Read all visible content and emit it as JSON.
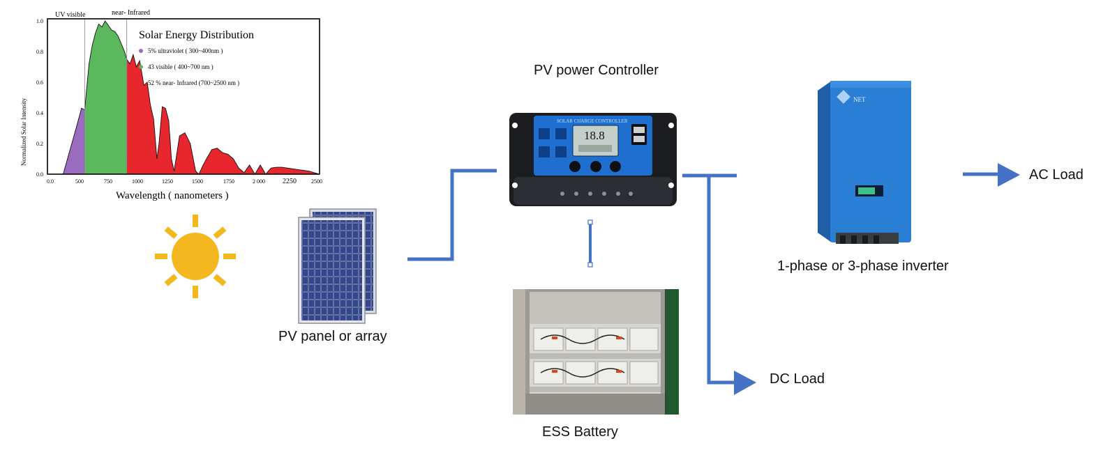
{
  "chart_data": {
    "type": "area",
    "title": "Solar Energy Distribution",
    "xlabel": "Wavelength ( nanometers )",
    "ylabel": "Normalized Solar Intensity",
    "xlim": [
      0,
      2500
    ],
    "ylim": [
      0,
      1.0
    ],
    "x_ticks": [
      "0.0",
      "500",
      "750",
      "1000",
      "1250",
      "1500",
      "1750",
      "2 000",
      "2250",
      "2500"
    ],
    "y_ticks": [
      "0.0",
      "0.2",
      "0.4",
      "0.6",
      "0.8",
      "1.0"
    ],
    "region_labels": {
      "uv_visible": "UV  visible",
      "near_ir": "near- Infrared"
    },
    "legend": [
      {
        "name": "5% ultraviolet ( 300~400nm )",
        "color": "#9b6bbf"
      },
      {
        "name": "43 visible ( 400~700 nm )",
        "color": "#5cb85c"
      },
      {
        "name": "52 % near- Infrared (700~2500 nm )",
        "color": "#e8262e"
      }
    ],
    "series": [
      {
        "name": "5% ultraviolet ( 300~400nm )",
        "color": "#9b6bbf",
        "x": [
          120,
          180,
          240,
          290,
          320
        ],
        "y": [
          0.0,
          0.15,
          0.3,
          0.43,
          0.42
        ]
      },
      {
        "name": "43 visible ( 400~700 nm )",
        "color": "#5cb85c",
        "x": [
          320,
          360,
          390,
          420,
          450,
          480,
          510,
          540,
          570,
          600,
          630,
          660,
          690,
          710
        ],
        "y": [
          0.42,
          0.72,
          0.84,
          0.92,
          0.98,
          0.96,
          1.0,
          0.97,
          0.94,
          0.93,
          0.9,
          0.85,
          0.8,
          0.75
        ]
      },
      {
        "name": "52 % near- Infrared (700~2500 nm )",
        "color": "#e8262e",
        "x": [
          710,
          740,
          770,
          800,
          830,
          870,
          900,
          930,
          960,
          990,
          1010,
          1040,
          1070,
          1100,
          1125,
          1150,
          1200,
          1250,
          1300,
          1350,
          1380,
          1420,
          1450,
          1500,
          1550,
          1600,
          1650,
          1700,
          1750,
          1800,
          1850,
          1900,
          1950,
          2000,
          2050,
          2100,
          2150,
          2200,
          2300,
          2400,
          2500
        ],
        "y": [
          0.75,
          0.72,
          0.78,
          0.7,
          0.74,
          0.58,
          0.6,
          0.45,
          0.36,
          0.1,
          0.2,
          0.44,
          0.43,
          0.35,
          0.1,
          0.02,
          0.25,
          0.27,
          0.2,
          0.02,
          0.0,
          0.06,
          0.1,
          0.16,
          0.17,
          0.14,
          0.13,
          0.1,
          0.04,
          0.01,
          0.06,
          0.0,
          0.06,
          0.0,
          0.04,
          0.045,
          0.045,
          0.04,
          0.03,
          0.02,
          0.0
        ]
      }
    ]
  },
  "diagram": {
    "pv_panel_label": "PV panel or array",
    "controller_title": "PV power Controller",
    "controller_face_text": "SOLAR CHARGE CONTROLLER",
    "controller_display": "18.8",
    "battery_label": "ESS Battery",
    "inverter_label": "1-phase or 3-phase inverter",
    "inverter_brand": "NET",
    "ac_load_label": "AC Load",
    "dc_load_label": "DC Load",
    "colors": {
      "connector": "#4472c4",
      "sun": "#f3b81f",
      "inverter": "#2a7fd4",
      "controller_face": "#1e6fd0"
    },
    "icons": [
      "sun-icon",
      "solar-panel-icon",
      "charge-controller-icon",
      "battery-cabinet-icon",
      "inverter-icon"
    ]
  }
}
